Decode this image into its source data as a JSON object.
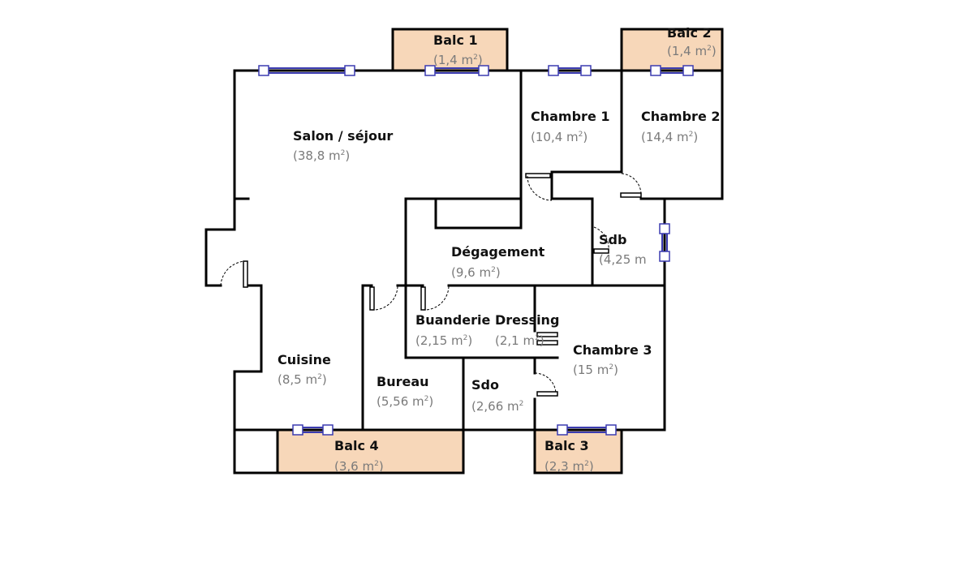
{
  "rooms": {
    "salon": {
      "name": "Salon / séjour",
      "area": "38,8 m"
    },
    "chambre1": {
      "name": "Chambre 1",
      "area": "10,4 m"
    },
    "chambre2": {
      "name": "Chambre 2",
      "area": "14,4 m"
    },
    "degagement": {
      "name": "Dégagement",
      "area": "9,6 m"
    },
    "sdb": {
      "name": "Sdb",
      "area": "4,25 m"
    },
    "buanderie": {
      "name": "Buanderie",
      "area": "2,15 m"
    },
    "dressing": {
      "name": "Dressing",
      "area": "2,1 m"
    },
    "chambre3": {
      "name": "Chambre 3",
      "area": "15 m"
    },
    "cuisine": {
      "name": "Cuisine",
      "area": "8,5 m"
    },
    "bureau": {
      "name": "Bureau",
      "area": "5,56 m"
    },
    "sdo": {
      "name": "Sdo",
      "area": "2,66 m"
    },
    "balc1": {
      "name": "Balc 1",
      "area": "1,4 m"
    },
    "balc2": {
      "name": "Balc 2",
      "area": "1,4 m"
    },
    "balc3": {
      "name": "Balc 3",
      "area": "2,3 m"
    },
    "balc4": {
      "name": "Balc 4",
      "area": "3,6 m"
    }
  },
  "units": {
    "superscript": "2",
    "close_paren": ")"
  },
  "colors": {
    "balcony_fill": "#f7d7b9",
    "wall": "#000000",
    "window": "#3b3bb0",
    "area_text": "#7a7a7a"
  }
}
